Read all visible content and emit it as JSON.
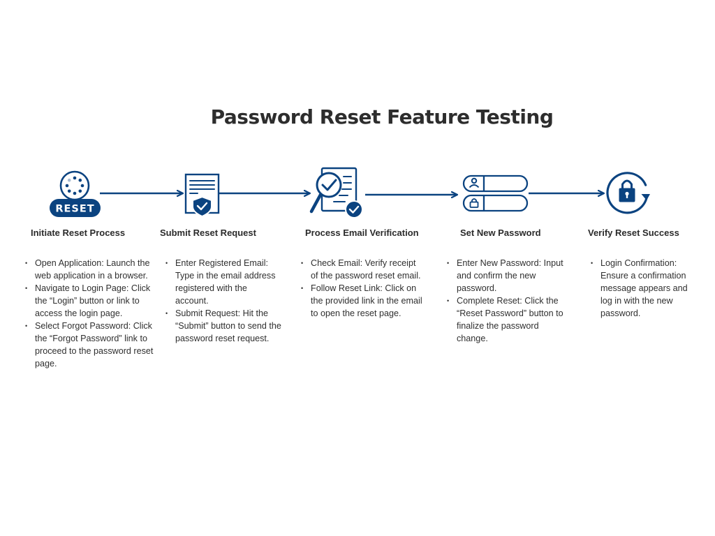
{
  "title": "Password Reset Feature Testing",
  "colors": {
    "primary": "#0b4380",
    "text": "#2b2b2b"
  },
  "steps": [
    {
      "title": "Initiate Reset Process",
      "icon": "reset-badge-icon",
      "icon_text": "RESET",
      "items": [
        "Open Application: Launch the web application in a browser.",
        "Navigate to Login Page: Click the “Login” button or link to access the login page.",
        "Select Forgot Password: Click the “Forgot Password” link to proceed to the password reset page."
      ]
    },
    {
      "title": "Submit Reset Request",
      "icon": "document-shield-icon",
      "items": [
        "Enter Registered Email: Type in the email address registered with the account.",
        "Submit Request: Hit the “Submit” button to send the password reset request."
      ]
    },
    {
      "title": "Process Email Verification",
      "icon": "magnifier-verify-icon",
      "items": [
        "Check Email: Verify receipt of the password reset email.",
        "Follow Reset Link: Click on the provided link in the email to open the reset page."
      ]
    },
    {
      "title": "Set New Password",
      "icon": "login-form-icon",
      "items": [
        "Enter New Password: Input and confirm the new password.",
        "Complete Reset: Click the “Reset Password” button to finalize the password change."
      ]
    },
    {
      "title": "Verify Reset Success",
      "icon": "lock-refresh-icon",
      "items": [
        "Login Confirmation: Ensure a confirmation message appears and log in with the new password."
      ]
    }
  ]
}
